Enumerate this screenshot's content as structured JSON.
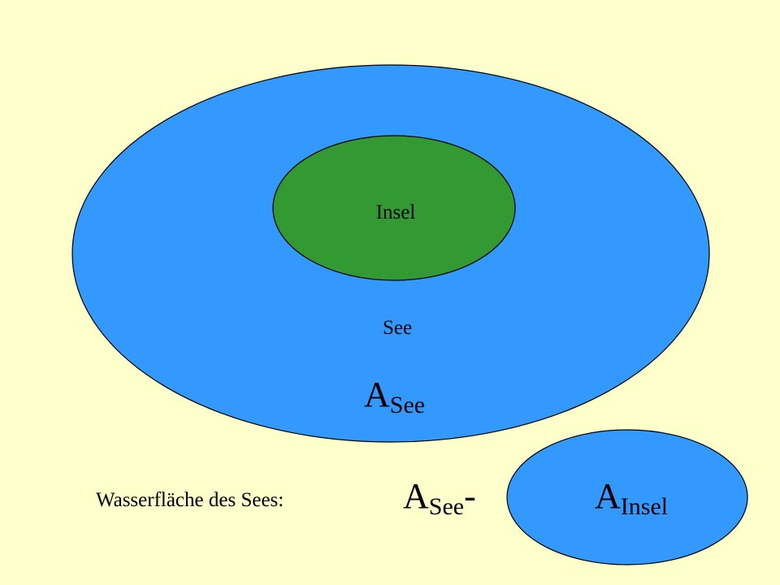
{
  "colors": {
    "background": "#FFFFCC",
    "lake": "#3399FF",
    "island": "#339933",
    "outline": "#000000",
    "text": "#000000"
  },
  "lake": {
    "label": "See",
    "area_symbol": "A",
    "area_subscript": "See"
  },
  "island": {
    "label": "Insel"
  },
  "formula": {
    "caption": "Wasserfläche des Sees:",
    "term1_symbol": "A",
    "term1_subscript": "See",
    "operator": "-",
    "term2_symbol": "A",
    "term2_subscript": "Insel"
  }
}
